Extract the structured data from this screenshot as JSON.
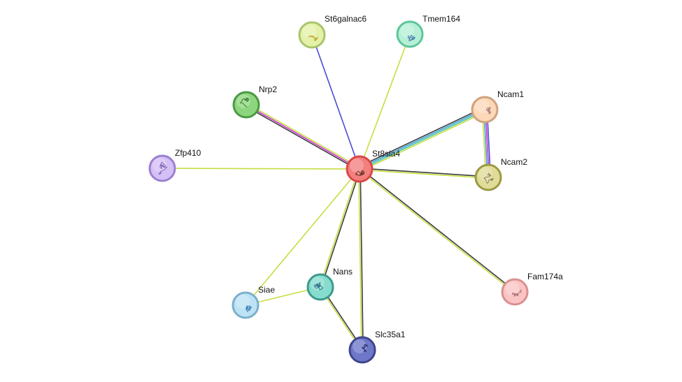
{
  "network": {
    "edge_colors": {
      "textmining": "#c8dd42",
      "coexpression": "#3c3c3c",
      "database": "#4a4ad8",
      "experiments": "#cc33cc",
      "cooccurrence": "#3b9fd8",
      "neighborhood": "#43c4a5"
    },
    "nodes": [
      {
        "id": "St8sia4",
        "label": "St8sia4",
        "fill": "#f47f7f",
        "ring": "#d94848",
        "glyph": "#6b3a2a",
        "query": true
      },
      {
        "id": "St6galnac6",
        "label": "St6galnac6",
        "fill": "#e3f2a8",
        "ring": "#a9c46b",
        "glyph": "#c0a030"
      },
      {
        "id": "Tmem164",
        "label": "Tmem164",
        "fill": "#b5f0d6",
        "ring": "#5ec69a",
        "glyph": "#3e6aa8"
      },
      {
        "id": "Nrp2",
        "label": "Nrp2",
        "fill": "#8ed67e",
        "ring": "#4a9a44",
        "glyph": "#2f7a2a"
      },
      {
        "id": "Ncam1",
        "label": "Ncam1",
        "fill": "#fcd8b8",
        "ring": "#d0a27e",
        "glyph": "#b08080"
      },
      {
        "id": "Ncam2",
        "label": "Ncam2",
        "fill": "#e0dc98",
        "ring": "#9a9a44",
        "glyph": "#8a7e66"
      },
      {
        "id": "Zfp410",
        "label": "Zfp410",
        "fill": "#d5c0f5",
        "ring": "#9a80d0",
        "glyph": "#7a60b0"
      },
      {
        "id": "Fam174a",
        "label": "Fam174a",
        "fill": "#fac4c4",
        "ring": "#d99090",
        "glyph": "#b07070"
      },
      {
        "id": "Nans",
        "label": "Nans",
        "fill": "#86dccd",
        "ring": "#3e9a8c",
        "glyph": "#2f6f8a"
      },
      {
        "id": "Siae",
        "label": "Siae",
        "fill": "#bde2f5",
        "ring": "#7ab0cc",
        "glyph": "#3a7ab0"
      },
      {
        "id": "Slc35a1",
        "label": "Slc35a1",
        "fill": "#6e78c8",
        "ring": "#40468c",
        "glyph": "#2a2e70"
      }
    ],
    "edges": [
      {
        "from": "St8sia4",
        "to": "St6galnac6",
        "evidence": [
          "database"
        ]
      },
      {
        "from": "St8sia4",
        "to": "Tmem164",
        "evidence": [
          "textmining"
        ]
      },
      {
        "from": "St8sia4",
        "to": "Nrp2",
        "evidence": [
          "coexpression",
          "experiments",
          "textmining"
        ]
      },
      {
        "from": "St8sia4",
        "to": "Ncam1",
        "evidence": [
          "coexpression",
          "cooccurrence",
          "neighborhood",
          "textmining"
        ]
      },
      {
        "from": "St8sia4",
        "to": "Ncam2",
        "evidence": [
          "coexpression",
          "textmining"
        ]
      },
      {
        "from": "St8sia4",
        "to": "Zfp410",
        "evidence": [
          "textmining"
        ]
      },
      {
        "from": "St8sia4",
        "to": "Fam174a",
        "evidence": [
          "coexpression",
          "textmining"
        ]
      },
      {
        "from": "St8sia4",
        "to": "Nans",
        "evidence": [
          "coexpression",
          "textmining"
        ]
      },
      {
        "from": "St8sia4",
        "to": "Siae",
        "evidence": [
          "textmining"
        ]
      },
      {
        "from": "St8sia4",
        "to": "Slc35a1",
        "evidence": [
          "coexpression",
          "textmining"
        ]
      },
      {
        "from": "Ncam1",
        "to": "Ncam2",
        "evidence": [
          "database",
          "experiments",
          "cooccurrence",
          "textmining"
        ]
      },
      {
        "from": "Nans",
        "to": "Siae",
        "evidence": [
          "textmining"
        ]
      },
      {
        "from": "Nans",
        "to": "Slc35a1",
        "evidence": [
          "coexpression",
          "textmining"
        ]
      }
    ]
  }
}
